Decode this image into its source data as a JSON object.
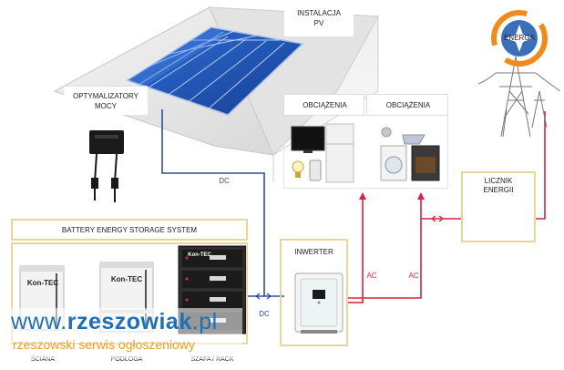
{
  "labels": {
    "pv_installation": [
      "INSTALACJA",
      "PV"
    ],
    "optimizers": [
      "OPTYMALIZATORY",
      "MOCY"
    ],
    "loads_left": "OBCIĄŻENIA",
    "loads_right": "OBCIĄŻENIA",
    "energy_company": "ENERGA",
    "meter": [
      "LICZNIK",
      "ENERGII"
    ],
    "bess_title": "BATTERY ENERGY STORAGE SYSTEM",
    "inverter": "INWERTER",
    "battery_wall": "ŚCIANA",
    "battery_floor": "PODŁOGA",
    "battery_rack": "SZAFA / RACK",
    "brand": "Kon-TEC"
  },
  "connections": {
    "dc_top": "DC",
    "dc_bottom": "DC",
    "ac_left": "AC",
    "ac_right": "AC"
  },
  "watermark": {
    "domain_prefix": "www.",
    "domain_main": "rzeszowiak",
    "domain_suffix": ".pl",
    "tagline": "rzeszowski serwis ogłoszeniowy"
  },
  "colors": {
    "dc_line": "#2b4f9e",
    "ac_line": "#d6243a",
    "box_border": "#e7d79a",
    "watermark_blue": "#1f6fb6",
    "watermark_orange": "#f39a1d"
  }
}
